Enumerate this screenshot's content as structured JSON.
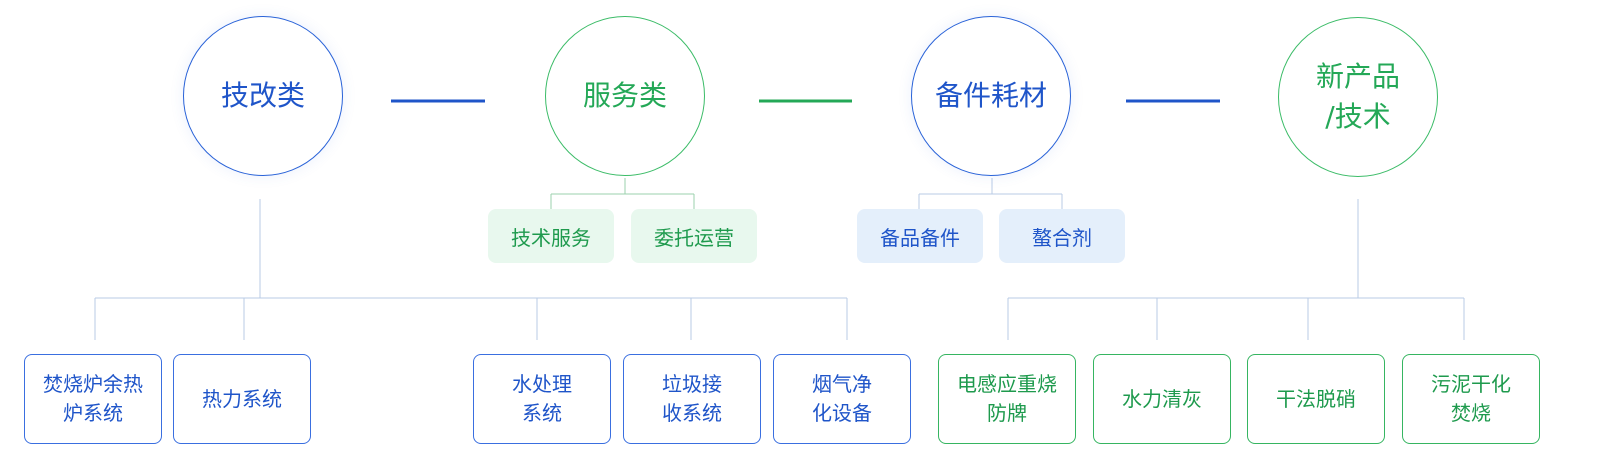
{
  "colors": {
    "blue": "#1f55c9",
    "green": "#24a857",
    "connector": "#b9cbe6",
    "chip_green_bg": "#e8f8ee",
    "chip_blue_bg": "#e4effb"
  },
  "categories": [
    {
      "title": "技改类",
      "color": "blue",
      "items": [
        "焚烧炉余热\n炉系统",
        "热力系统",
        "水处理\n系统",
        "垃圾接\n收系统",
        "烟气净\n化设备"
      ]
    },
    {
      "title": "服务类",
      "color": "green",
      "items": [
        "技术服务",
        "委托运营"
      ]
    },
    {
      "title": "备件耗材",
      "color": "blue",
      "items": [
        "备品备件",
        "螯合剂"
      ]
    },
    {
      "title": "新产品\n/技术",
      "color": "green",
      "items": [
        "电感应重烧\n防牌",
        "水力清灰",
        "干法脱硝",
        "污泥干化\n焚烧"
      ]
    }
  ]
}
